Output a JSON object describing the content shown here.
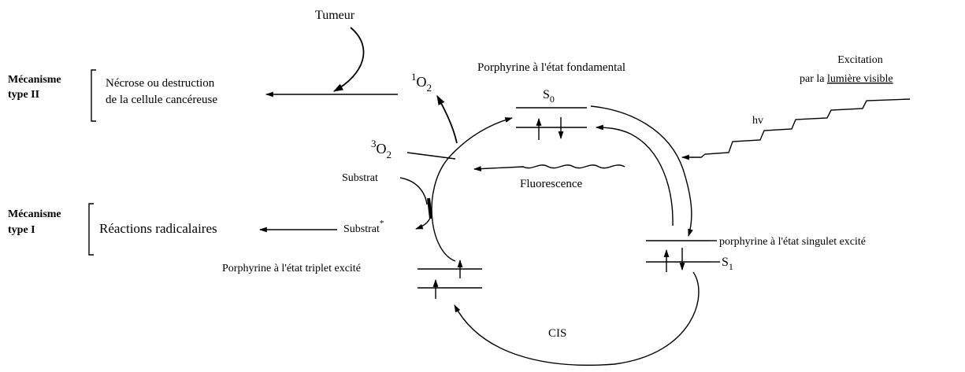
{
  "diagram": {
    "tumeur": "Tumeur",
    "mecanisme_2": {
      "line1": "Mécanisme",
      "line2": "type II"
    },
    "necrose": {
      "line1": "Nécrose ou destruction",
      "line2": "de la cellule cancéreuse"
    },
    "singlet_oxygen": {
      "sup": "1",
      "base": "O",
      "sub": "2"
    },
    "triplet_oxygen": {
      "sup": "3",
      "base": "O",
      "sub": "2"
    },
    "ground_state": "Porphyrine à l'état fondamental",
    "s0": {
      "base": "S",
      "sub": "0"
    },
    "excitation": {
      "line1": "Excitation",
      "line2_prefix": "par la ",
      "line2_underlined": "lumière visible"
    },
    "hv": "hv",
    "fluorescence": "Fluorescence",
    "substrat": "Substrat",
    "substrat_star": {
      "base": "Substrat",
      "sup": "*"
    },
    "mecanisme_1": {
      "line1": "Mécanisme",
      "line2": "type I"
    },
    "reactions": "Réactions radicalaires",
    "singlet_excited": "porphyrine à l'état singulet excité",
    "s1": {
      "base": "S",
      "sub": "1"
    },
    "triplet_excited": "Porphyrine à l'état triplet excité",
    "cis": "CIS"
  }
}
